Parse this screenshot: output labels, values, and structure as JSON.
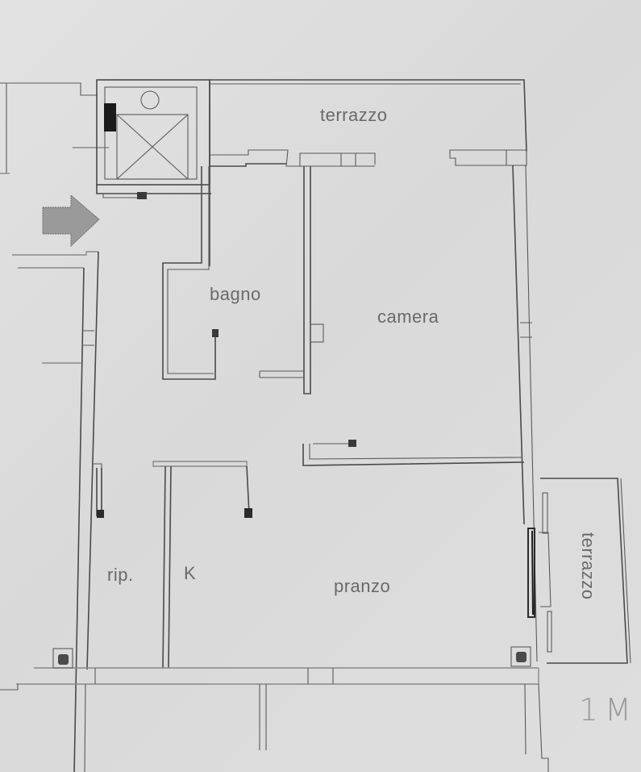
{
  "plan": {
    "type": "apartment floor plan",
    "rooms": [
      {
        "id": "terrazzo_top",
        "label": "terrazzo"
      },
      {
        "id": "bagno",
        "label": "bagno"
      },
      {
        "id": "camera",
        "label": "camera"
      },
      {
        "id": "rip",
        "label": "rip."
      },
      {
        "id": "kitchen",
        "label": "K"
      },
      {
        "id": "pranzo",
        "label": "pranzo"
      },
      {
        "id": "terrazzo_side",
        "label": "terrazzo"
      }
    ],
    "annotation": "1M",
    "entrance_arrow": "entrance-arrow",
    "colors": {
      "paper": "#dcdcdc",
      "lines": "#4a4a4a",
      "text": "#6a6a6a",
      "arrow_fill": "#9a9a9a"
    }
  }
}
